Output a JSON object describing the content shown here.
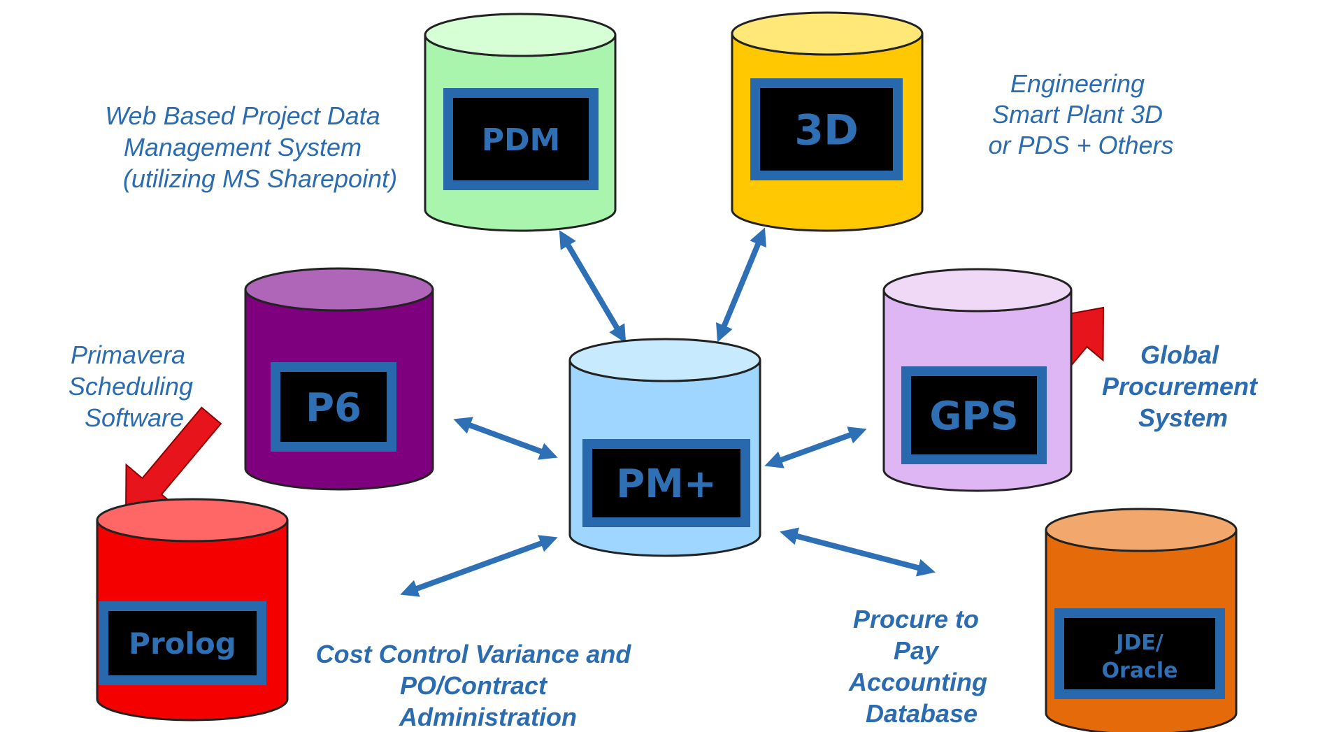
{
  "colors": {
    "arrow_blue": "#2e70b5",
    "highlight_arrow": "#e8141b",
    "caption_blue": "#2b6cb0",
    "screen_bezel": "#2868ac",
    "screen_fill": "#000000",
    "screen_text": "#2f6fb3"
  },
  "databases": {
    "pm": {
      "label": "PM+",
      "top": "#c7eaff",
      "body": "#9fd6ff"
    },
    "pdm": {
      "label": "PDM",
      "top": "#d6ffd6",
      "body": "#a9f5ad"
    },
    "d3": {
      "label": "3D",
      "top": "#ffe878",
      "body": "#ffc800"
    },
    "p6": {
      "label": "P6",
      "top": "#b066b8",
      "body": "#7e007e"
    },
    "gps": {
      "label": "GPS",
      "top": "#f0d9f7",
      "body": "#ddb6f3"
    },
    "prolog": {
      "label": "Prolog",
      "top": "#ff6666",
      "body": "#f40000"
    },
    "jde": {
      "lines": [
        "JDE/",
        "Oracle"
      ],
      "top": "#f2a86c",
      "body": "#e56b0a"
    }
  },
  "captions": {
    "pdm": [
      "Web Based Project Data",
      "Management System",
      "(utilizing MS Sharepoint)"
    ],
    "d3": [
      "Engineering",
      "Smart Plant 3D",
      "or PDS  + Others"
    ],
    "p6": [
      "Primavera",
      "Scheduling",
      "Software"
    ],
    "gps": [
      "Global",
      "Procurement",
      "System"
    ],
    "cost": [
      "Cost Control Variance and",
      "PO/Contract",
      "Administration"
    ],
    "procure": [
      "Procure to",
      "Pay",
      "Accounting",
      "Database"
    ]
  },
  "icons": {
    "connector": "double-headed-arrow",
    "highlight": "red-pointer-arrow"
  }
}
